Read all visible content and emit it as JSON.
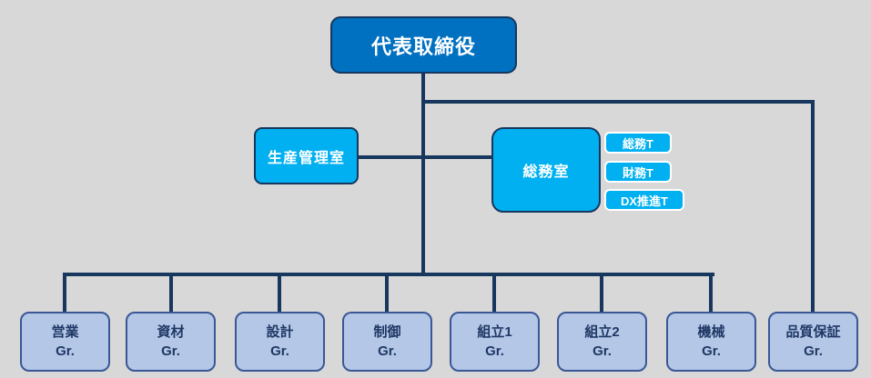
{
  "palette": {
    "background": "#d8d8d8",
    "box_primary": "#0070c0",
    "box_cyan": "#00b0f0",
    "box_light": "#b4c7e7",
    "line_navy": "#17375e",
    "text_dark": "#1f3864",
    "border_light_box": "#3a5795",
    "text_white": "#ffffff"
  },
  "org": {
    "root": {
      "label": "代表取締役"
    },
    "staff_offices": [
      {
        "label": "生産管理室"
      },
      {
        "label": "総務室"
      }
    ],
    "teams": [
      {
        "label": "総務T"
      },
      {
        "label": "財務T"
      },
      {
        "label": "DX推進T"
      }
    ],
    "groups": [
      {
        "name": "営業",
        "suffix": "Gr."
      },
      {
        "name": "資材",
        "suffix": "Gr."
      },
      {
        "name": "設計",
        "suffix": "Gr."
      },
      {
        "name": "制御",
        "suffix": "Gr."
      },
      {
        "name": "組立1",
        "suffix": "Gr."
      },
      {
        "name": "組立2",
        "suffix": "Gr."
      },
      {
        "name": "機械",
        "suffix": "Gr."
      },
      {
        "name": "品質保証",
        "suffix": "Gr."
      }
    ]
  }
}
